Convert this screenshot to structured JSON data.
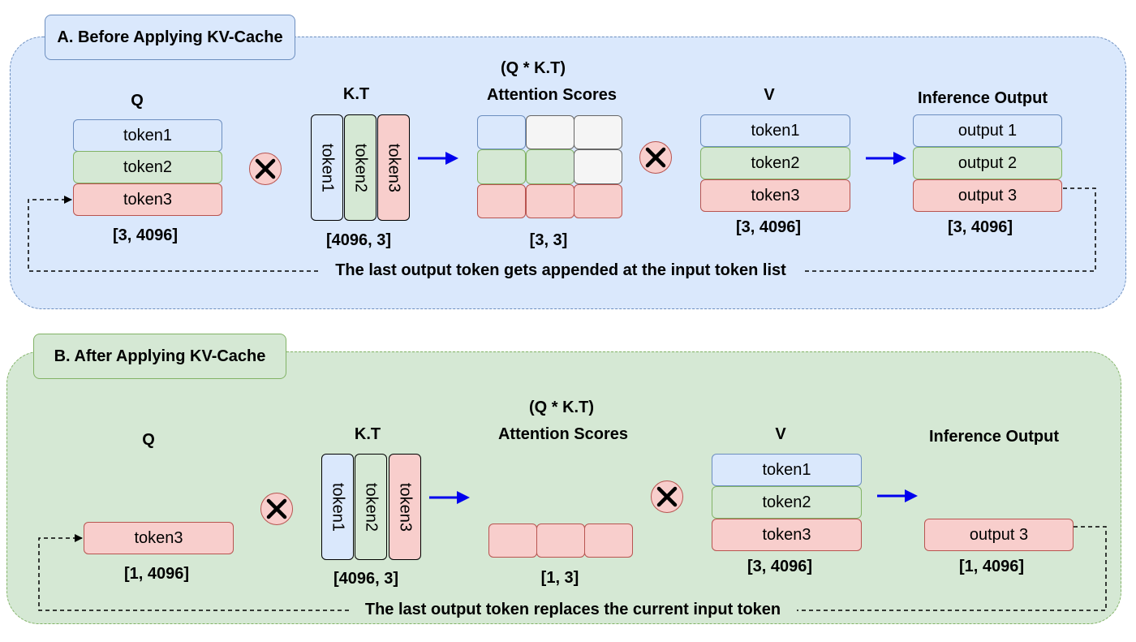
{
  "section_a": {
    "title": "A. Before Applying KV-Cache",
    "q_label": "Q",
    "q_tokens": [
      "token1",
      "token2",
      "token3"
    ],
    "q_shape": "[3, 4096]",
    "kt_label": "K.T",
    "kt_tokens": [
      "token1",
      "token2",
      "token3"
    ],
    "kt_shape": "[4096, 3]",
    "scores_label_1": "(Q * K.T)",
    "scores_label_2": "Attention Scores",
    "scores_shape": "[3, 3]",
    "v_label": "V",
    "v_tokens": [
      "token1",
      "token2",
      "token3"
    ],
    "v_shape": "[3, 4096]",
    "output_label": "Inference Output",
    "outputs": [
      "output 1",
      "output 2",
      "output 3"
    ],
    "output_shape": "[3, 4096]",
    "feedback_text": "The last output token gets appended at the input token list"
  },
  "section_b": {
    "title": "B. After Applying KV-Cache",
    "q_label": "Q",
    "q_token": "token3",
    "q_shape": "[1, 4096]",
    "kt_label": "K.T",
    "kt_tokens": [
      "token1",
      "token2",
      "token3"
    ],
    "kt_shape": "[4096, 3]",
    "scores_label_1": "(Q * K.T)",
    "scores_label_2": "Attention Scores",
    "scores_shape": "[1, 3]",
    "v_label": "V",
    "v_tokens": [
      "token1",
      "token2",
      "token3"
    ],
    "v_shape": "[3, 4096]",
    "output_label": "Inference Output",
    "output": "output 3",
    "output_shape": "[1, 4096]",
    "feedback_text": "The last output token replaces the current input token"
  },
  "colors": {
    "blue_fill": "#dae8fc",
    "blue_stroke": "#6c8ebf",
    "green_fill": "#d5e8d4",
    "green_stroke": "#82b366",
    "red_fill": "#f8cecc",
    "red_stroke": "#b85450",
    "gray_fill": "#f5f5f5",
    "arrow": "#0000ee"
  },
  "icons": [
    "multiply-icon",
    "right-arrow-icon"
  ]
}
